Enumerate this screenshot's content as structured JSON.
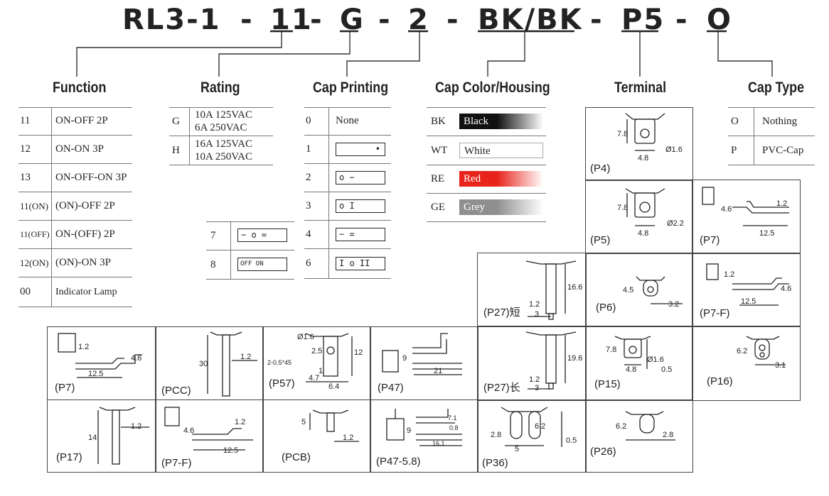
{
  "part_number": {
    "segments": [
      "RL3-1",
      "-",
      "11",
      "-",
      "G",
      "-",
      "2",
      "-",
      "BK/BK",
      "-",
      "P5",
      "-",
      "O"
    ]
  },
  "headings": {
    "function": "Function",
    "rating": "Rating",
    "cap_printing": "Cap Printing",
    "cap_color": "Cap Color/Housing",
    "terminal": "Terminal",
    "cap_type": "Cap Type"
  },
  "function_table": [
    {
      "code": "11",
      "desc": "ON-OFF  2P"
    },
    {
      "code": "12",
      "desc": "ON-ON  3P"
    },
    {
      "code": "13",
      "desc": "ON-OFF-ON  3P"
    },
    {
      "code": "11(ON)",
      "desc": "(ON)-OFF 2P"
    },
    {
      "code": "11(OFF)",
      "desc": "ON-(OFF) 2P"
    },
    {
      "code": "12(ON)",
      "desc": "(ON)-ON 3P"
    },
    {
      "code": "00",
      "desc": "Indicator Lamp"
    }
  ],
  "rating_table": [
    {
      "code": "G",
      "line1": "10A  125VAC",
      "line2": "6A    250VAC"
    },
    {
      "code": "H",
      "line1": "16A  125VAC",
      "line2": "10A  250VAC"
    }
  ],
  "cap_printing_table": [
    {
      "code": "0",
      "label": "None",
      "marks": ""
    },
    {
      "code": "1",
      "label": "",
      "marks": "•"
    },
    {
      "code": "2",
      "label": "",
      "marks": "o    −"
    },
    {
      "code": "3",
      "label": "",
      "marks": "o    I"
    },
    {
      "code": "4",
      "label": "",
      "marks": "−    ="
    },
    {
      "code": "6",
      "label": "",
      "marks": "I   o   II"
    }
  ],
  "cap_printing_extra": [
    {
      "code": "7",
      "marks": "−  o  ="
    },
    {
      "code": "8",
      "marks": "OFF   ON"
    }
  ],
  "cap_color_table": [
    {
      "code": "BK",
      "name": "Black",
      "color": "#111111",
      "fade": "#ffffff",
      "text": "#ffffff"
    },
    {
      "code": "WT",
      "name": "White",
      "color": "#ffffff",
      "fade": "#ffffff",
      "text": "#222222"
    },
    {
      "code": "RE",
      "name": "Red",
      "color": "#e8231b",
      "fade": "#ffffff",
      "text": "#ffffff"
    },
    {
      "code": "GE",
      "name": "Grey",
      "color": "#8f8f8f",
      "fade": "#ffffff",
      "text": "#ffffff"
    }
  ],
  "cap_type_table": [
    {
      "code": "O",
      "desc": "Nothing"
    },
    {
      "code": "P",
      "desc": "PVC-Cap"
    }
  ],
  "terminals": {
    "P4": {
      "label": "(P4)",
      "dims": [
        "7.8",
        "Ø1.6",
        "4.8"
      ]
    },
    "P5": {
      "label": "(P5)",
      "dims": [
        "7.8",
        "Ø2.2",
        "4.8"
      ]
    },
    "P7": {
      "label": "(P7)",
      "dims": [
        "4.6",
        "1.2",
        "12.5"
      ]
    },
    "P27s": {
      "label": "(P27)短",
      "dims": [
        "16.6",
        "1.2",
        "3"
      ]
    },
    "P6": {
      "label": "(P6)",
      "dims": [
        "4.5",
        "3.2"
      ]
    },
    "P7F": {
      "label": "(P7-F)",
      "dims": [
        "1.2",
        "4.6",
        "12.5"
      ]
    },
    "P7b": {
      "label": "(P7)",
      "dims": [
        "1.2",
        "4.6",
        "12.5"
      ]
    },
    "PCC": {
      "label": "(PCC)",
      "dims": [
        "30",
        "1.2"
      ]
    },
    "P57": {
      "label": "(P57)",
      "dims": [
        "Ø1.6",
        "2.5",
        "2-0.5*45",
        "12",
        "1",
        "4.7",
        "6.4"
      ]
    },
    "P47": {
      "label": "(P47)",
      "dims": [
        "9",
        "21"
      ]
    },
    "P27l": {
      "label": "(P27)长",
      "dims": [
        "19.6",
        "1.2",
        "3"
      ]
    },
    "P15": {
      "label": "(P15)",
      "dims": [
        "7.8",
        "Ø1.6",
        "4.8",
        "0.5"
      ]
    },
    "P16": {
      "label": "(P16)",
      "dims": [
        "6.2",
        "3.1"
      ]
    },
    "P17": {
      "label": "(P17)",
      "dims": [
        "14",
        "1.2"
      ]
    },
    "P7Fb": {
      "label": "(P7-F)",
      "dims": [
        "4.6",
        "1.2",
        "12.5"
      ]
    },
    "PCB": {
      "label": "(PCB)",
      "dims": [
        "5",
        "1.2"
      ]
    },
    "P4758": {
      "label": "(P47-5.8)",
      "dims": [
        "7.1",
        "0.8",
        "9",
        "16.1"
      ]
    },
    "P36": {
      "label": "(P36)",
      "dims": [
        "2.8",
        "6.2",
        "5",
        "0.5"
      ]
    },
    "P26": {
      "label": "(P26)",
      "dims": [
        "6.2",
        "2.8"
      ]
    }
  }
}
